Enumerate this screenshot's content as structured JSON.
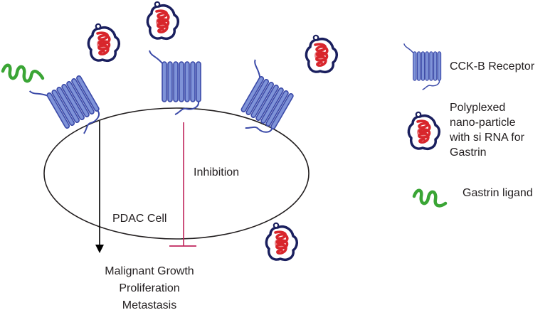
{
  "labels": {
    "inhibition": "Inhibition",
    "cell": "PDAC Cell",
    "outcome_1": "Malignant Growth",
    "outcome_2": "Proliferation",
    "outcome_3": "Metastasis"
  },
  "legend": {
    "receptor": "CCK-B Receptor",
    "nano_1": "Polyplexed",
    "nano_2": "nano-particle",
    "nano_3": "with si RNA for",
    "nano_4": "Gastrin",
    "ligand": "Gastrin ligand"
  },
  "colors": {
    "receptor_fill": "#7f93d8",
    "receptor_stroke": "#3b4aa8",
    "nanoparticle_shell": "#1a1f5e",
    "sirna": "#d8262c",
    "ligand": "#3aa535",
    "inhibition": "#c0245c",
    "arrow": "#000000"
  },
  "icons": [
    "cck-b-receptor-icon",
    "nanoparticle-icon",
    "gastrin-ligand-icon"
  ]
}
